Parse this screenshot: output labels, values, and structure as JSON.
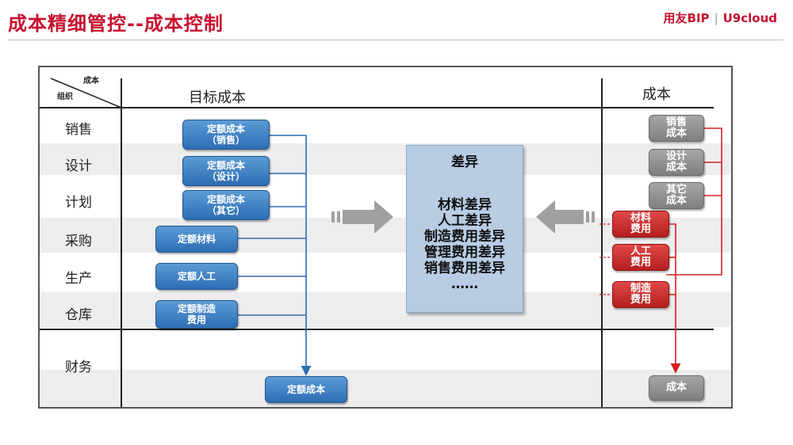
{
  "header": {
    "title": "成本精细管控--成本控制",
    "brand_main": "用友BIP",
    "brand_sep": "|",
    "brand_sub": "U9cloud"
  },
  "diagram": {
    "corner_top": "成本",
    "corner_bottom": "组织",
    "col_target": "目标成本",
    "col_actual": "成本",
    "rows": [
      "销售",
      "设计",
      "计划",
      "采购",
      "生产",
      "仓库",
      "财务"
    ],
    "target_boxes": {
      "sales": "定额成本\n（销售）",
      "design": "定额成本\n（设计）",
      "other": "定额成本\n（其它）",
      "material": "定额材料",
      "labor": "定额人工",
      "overhead": "定额制造\n费用",
      "total": "定额成本"
    },
    "actual_boxes": {
      "sales": "销售\n成本",
      "design": "设计\n成本",
      "other": "其它\n成本",
      "material": "材料\n费用",
      "labor": "人工\n费用",
      "overhead": "制造\n费用",
      "total": "成本"
    },
    "variance": {
      "title": "差异",
      "items": [
        "材料差异",
        "人工差异",
        "制造费用差异",
        "管理费用差异",
        "销售费用差异",
        "……"
      ]
    }
  }
}
